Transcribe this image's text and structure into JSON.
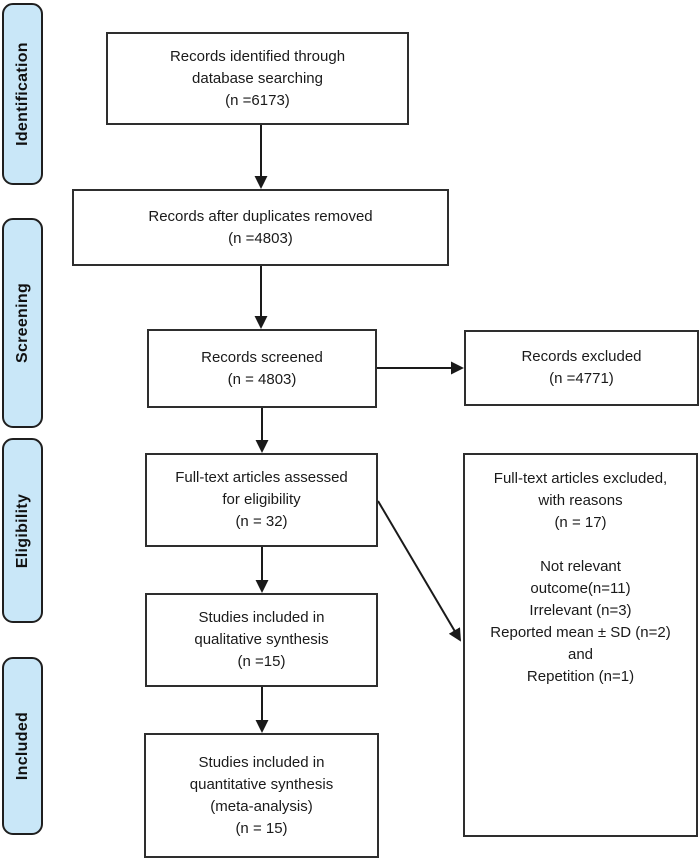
{
  "colors": {
    "stage_fill": "#c9e7f8",
    "stage_border": "#1f1f1f",
    "box_border": "#2e2e2e",
    "arrow": "#1a1a1a",
    "text": "#1a1a1a",
    "background": "#ffffff"
  },
  "stages": [
    {
      "label": "Identification"
    },
    {
      "label": "Screening"
    },
    {
      "label": "Eligibility"
    },
    {
      "label": "Included"
    }
  ],
  "boxes": {
    "identified": {
      "lines": [
        "Records identified through",
        "database searching",
        "(n =6173)"
      ]
    },
    "duplicates_removed": {
      "lines": [
        "Records after duplicates removed",
        "(n =4803)"
      ]
    },
    "screened": {
      "lines": [
        "Records screened",
        "(n = 4803)"
      ]
    },
    "records_excluded": {
      "lines": [
        "Records excluded",
        "(n =4771)"
      ]
    },
    "fulltext_assessed": {
      "lines": [
        "Full-text articles assessed",
        "for eligibility",
        "(n = 32)"
      ]
    },
    "fulltext_excluded": {
      "lines": [
        "Full-text articles excluded,",
        "with reasons",
        "(n = 17)",
        "",
        "Not relevant",
        "outcome(n=11)",
        "Irrelevant (n=3)",
        "Reported mean ± SD (n=2)",
        "and",
        "Repetition (n=1)"
      ]
    },
    "qualitative_synthesis": {
      "lines": [
        "Studies included in",
        "qualitative synthesis",
        "(n =15)"
      ]
    },
    "quantitative_synthesis": {
      "lines": [
        "Studies included in",
        "quantitative synthesis",
        "(meta-analysis)",
        "(n = 15)"
      ]
    }
  }
}
